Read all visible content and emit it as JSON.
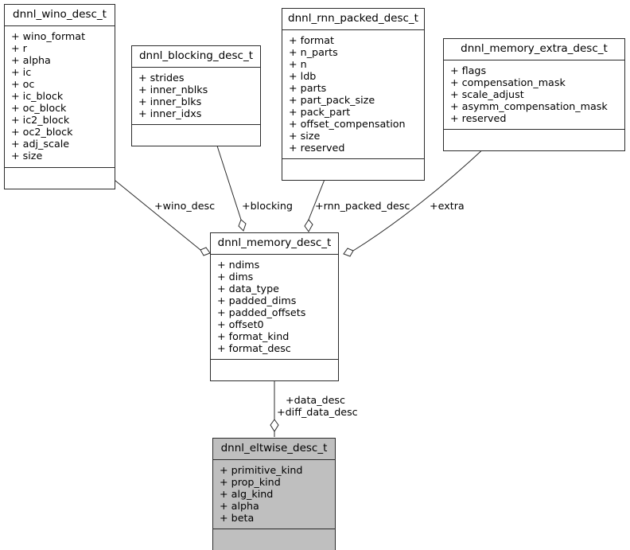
{
  "diagram": {
    "type": "uml-class-collaboration-diagram",
    "title": "dnnl_eltwise_desc_t collaboration diagram",
    "background_color": "#ffffff",
    "line_color": "#2b2b2b",
    "text_color": "#000000",
    "highlight_fill_color": "#bfbfbf"
  },
  "classes": [
    {
      "id": "wino",
      "name": "dnnl_wino_desc_t",
      "highlighted": false,
      "attributes": [
        "+ wino_format",
        "+ r",
        "+ alpha",
        "+ ic",
        "+ oc",
        "+ ic_block",
        "+ oc_block",
        "+ ic2_block",
        "+ oc2_block",
        "+ adj_scale",
        "+ size"
      ]
    },
    {
      "id": "blocking",
      "name": "dnnl_blocking_desc_t",
      "highlighted": false,
      "attributes": [
        "+ strides",
        "+ inner_nblks",
        "+ inner_blks",
        "+ inner_idxs"
      ]
    },
    {
      "id": "rnn",
      "name": "dnnl_rnn_packed_desc_t",
      "highlighted": false,
      "attributes": [
        "+ format",
        "+ n_parts",
        "+ n",
        "+ ldb",
        "+ parts",
        "+ part_pack_size",
        "+ pack_part",
        "+ offset_compensation",
        "+ size",
        "+ reserved"
      ]
    },
    {
      "id": "extra",
      "name": "dnnl_memory_extra_desc_t",
      "highlighted": false,
      "attributes": [
        "+ flags",
        "+ compensation_mask",
        "+ scale_adjust",
        "+ asymm_compensation_mask",
        "+ reserved"
      ]
    },
    {
      "id": "memory",
      "name": "dnnl_memory_desc_t",
      "highlighted": false,
      "attributes": [
        "+ ndims",
        "+ dims",
        "+ data_type",
        "+ padded_dims",
        "+ padded_offsets",
        "+ offset0",
        "+ format_kind",
        "+ format_desc"
      ]
    },
    {
      "id": "eltwise",
      "name": "dnnl_eltwise_desc_t",
      "highlighted": true,
      "attributes": [
        "+ primitive_kind",
        "+ prop_kind",
        "+ alg_kind",
        "+ alpha",
        "+ beta"
      ]
    }
  ],
  "relations": [
    {
      "id": "rel-wino",
      "from": "wino",
      "to": "memory",
      "kind": "aggregation",
      "label": "+wino_desc"
    },
    {
      "id": "rel-blocking",
      "from": "blocking",
      "to": "memory",
      "kind": "aggregation",
      "label": "+blocking"
    },
    {
      "id": "rel-rnn",
      "from": "rnn",
      "to": "memory",
      "kind": "aggregation",
      "label": "+rnn_packed_desc"
    },
    {
      "id": "rel-extra",
      "from": "extra",
      "to": "memory",
      "kind": "aggregation",
      "label": "+extra"
    },
    {
      "id": "rel-data",
      "from": "memory",
      "to": "eltwise",
      "kind": "aggregation",
      "label_1": "+data_desc",
      "label_2": "+diff_data_desc"
    }
  ]
}
